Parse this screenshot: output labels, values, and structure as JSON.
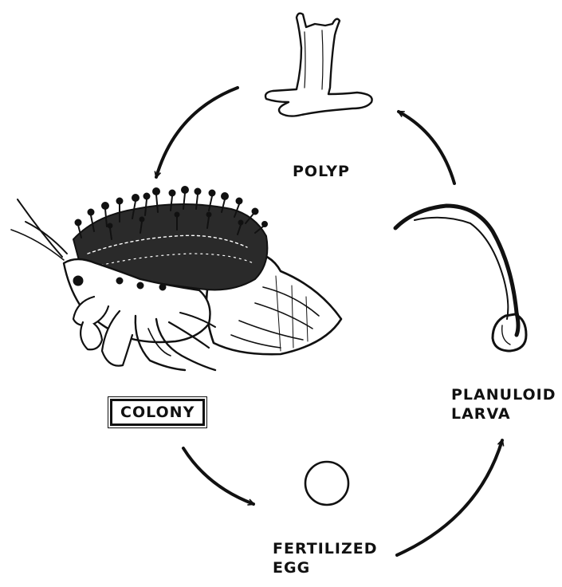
{
  "stages": {
    "polyp": "POLYP",
    "planuloid_larva": [
      "PLANULOID",
      "LARVA"
    ],
    "fertilized_egg": [
      "FERTILIZED",
      "EGG"
    ],
    "colony": "COLONY"
  },
  "colors": {
    "ink": "#111111",
    "background": "#ffffff"
  }
}
